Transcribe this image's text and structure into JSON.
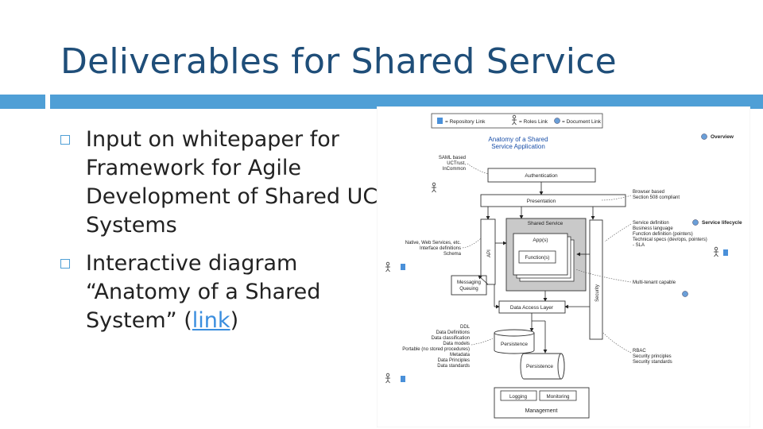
{
  "slide": {
    "title": "Deliverables for Shared Service",
    "bullets": [
      {
        "text": "Input on whitepaper for Framework for Agile Development of Shared UC Systems"
      },
      {
        "text_before": "Interactive diagram “Anatomy of a Shared System” (",
        "link": "link",
        "text_after": ")"
      }
    ]
  },
  "diagram": {
    "legend": {
      "repository": "= Repository Link",
      "roles": "= Roles Link",
      "document": "= Document Link"
    },
    "title_line1": "Anatomy of a Shared",
    "title_line2": "Service Application",
    "overview": "Overview",
    "service_lifecycle": "Service lifecycle",
    "boxes": {
      "authentication": "Authentication",
      "presentation": "Presentation",
      "api": "API",
      "shared_service": "Shared Service",
      "apps": "App(s)",
      "functions": "Function(s)",
      "security": "Security",
      "messaging1": "Messaging",
      "messaging2": "Queuing",
      "data_access": "Data Access Layer",
      "persistence1": "Persistence",
      "persistence2": "Persistence",
      "logging": "Logging",
      "monitoring": "Monitoring",
      "management": "Management"
    },
    "left_notes": {
      "saml": [
        "SAML based",
        "UCTrust,",
        "InCommon"
      ],
      "native": [
        "Native, Web Services, etc.",
        "Interface definitions",
        "Schema"
      ],
      "ddl": [
        "DDL",
        "Data Definitions",
        "Data classification",
        "Data models",
        "Portable (no stored procedures)",
        "Metadata",
        "Data Principles",
        "Data standards"
      ]
    },
    "right_notes": {
      "browser": [
        "Browser based",
        "Section 508 compliant"
      ],
      "service": [
        "Service definition",
        "Business language",
        "Function definition (pointers)",
        "Technical specs (dev/ops, pointers)",
        "- SLA"
      ],
      "multitenant": [
        "Multi-tenant capable"
      ],
      "rbac": [
        "RBAC",
        "Security principles",
        "Security standards"
      ]
    }
  }
}
